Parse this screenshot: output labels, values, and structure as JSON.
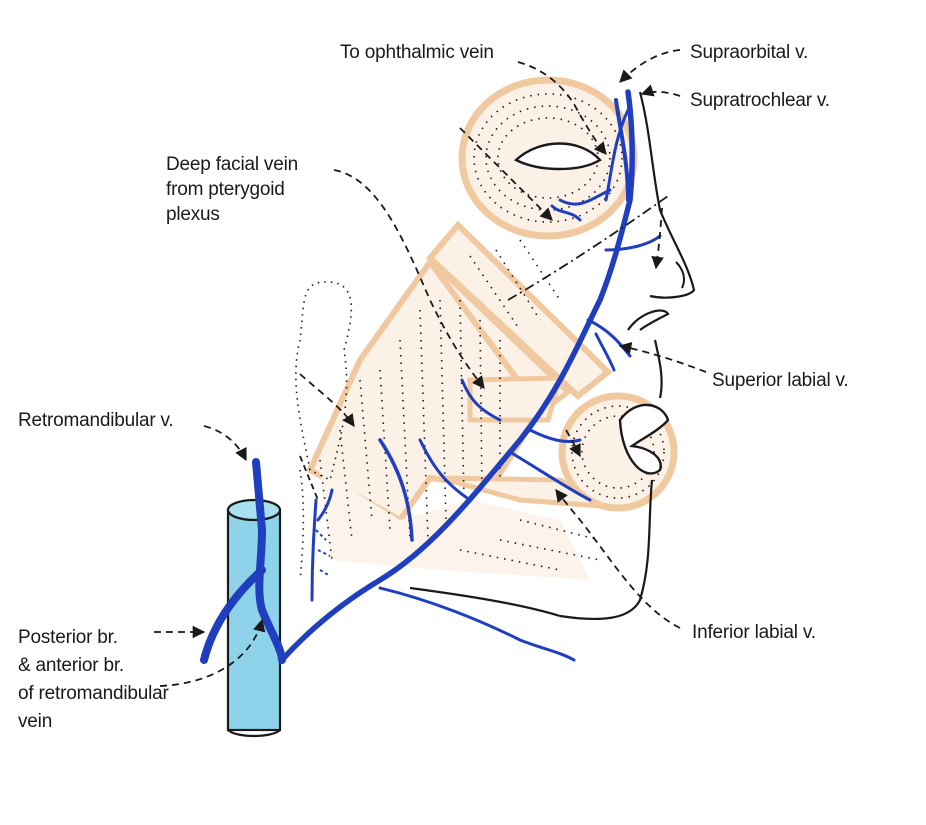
{
  "labels": {
    "to_ophthalmic": "To ophthalmic vein",
    "supraorbital": "Supraorbital v.",
    "supratrochlear": "Supratrochlear v.",
    "deep_facial_1": "Deep facial vein",
    "deep_facial_2": "from pterygoid",
    "deep_facial_3": "plexus",
    "retromandibular": "Retromandibular v.",
    "superior_labial": "Superior labial v.",
    "inferior_labial": "Inferior labial v.",
    "posterior_1": "Posterior br.",
    "posterior_2": "& anterior br.",
    "posterior_3": "of retromandibular",
    "posterior_4": "vein"
  },
  "colors": {
    "vein": "#1f3fbf",
    "muscle": "#f1c9a0",
    "muscle_fill": "#fbf1e6",
    "jugular": "#8ed3ea",
    "outline": "#1a1a1a"
  }
}
